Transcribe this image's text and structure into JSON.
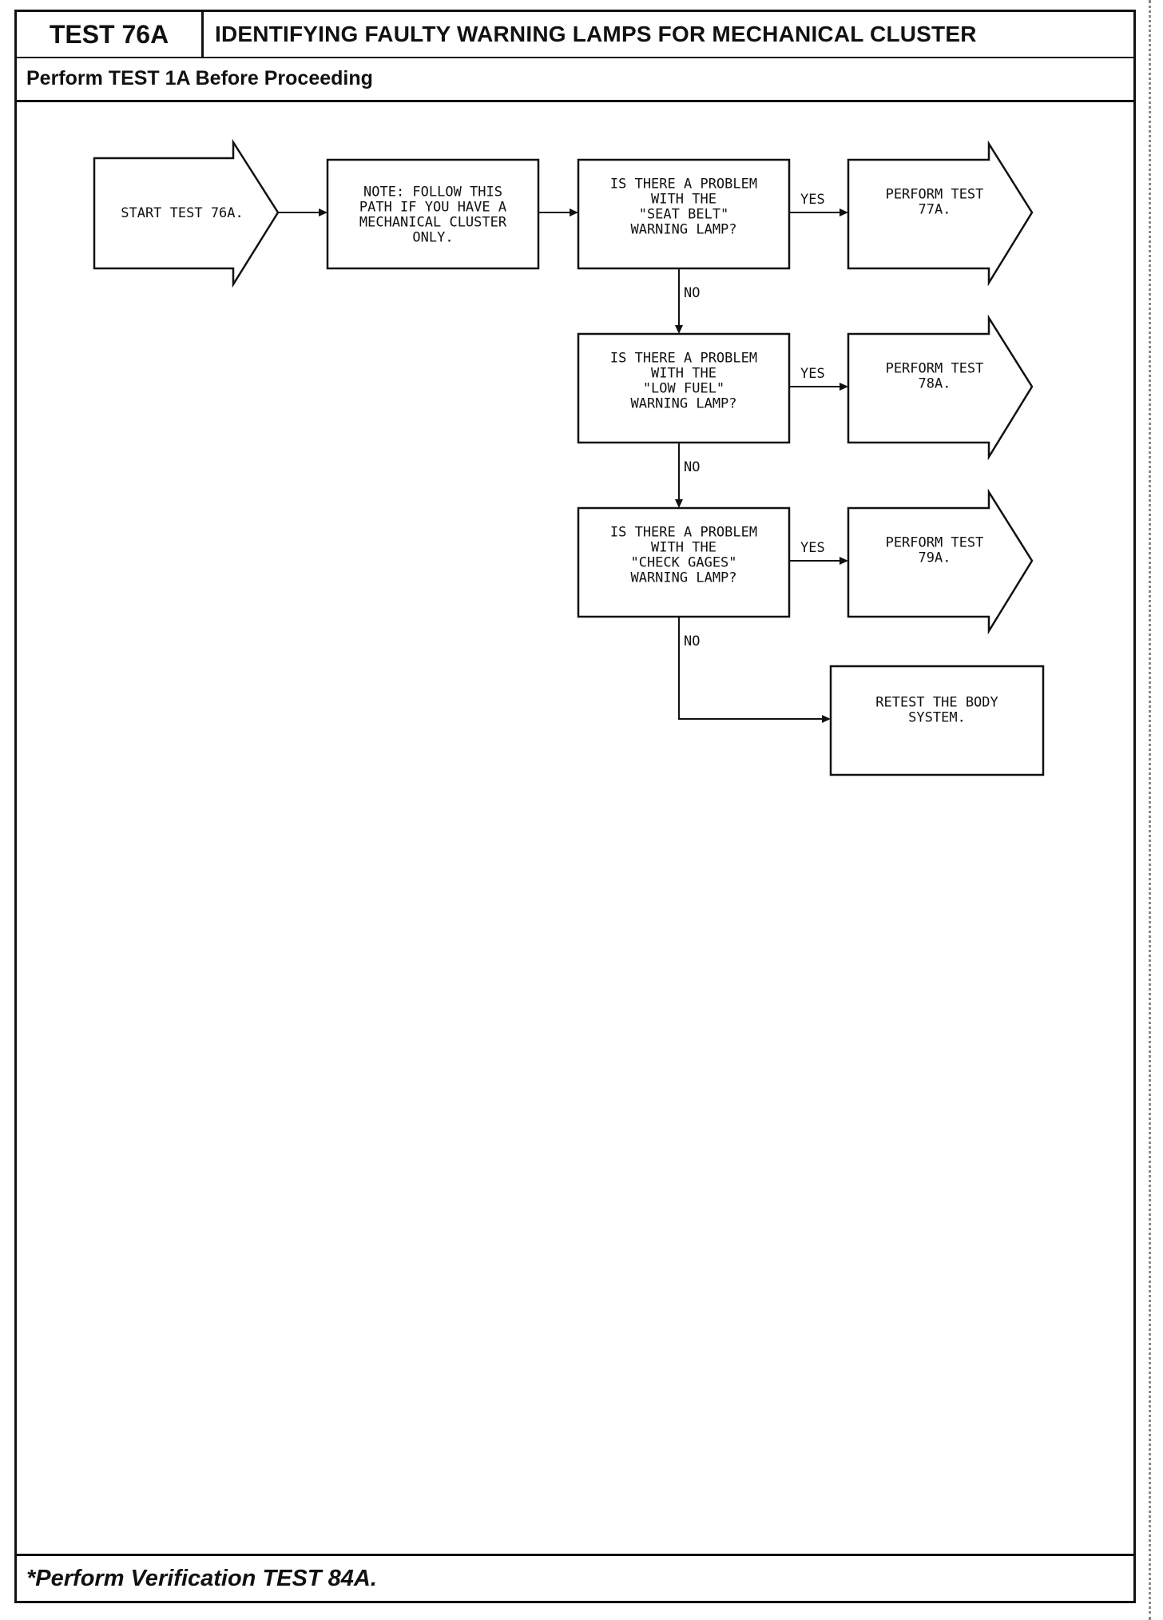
{
  "header": {
    "test_id": "TEST 76A",
    "title": "IDENTIFYING FAULTY WARNING LAMPS FOR MECHANICAL CLUSTER",
    "subtitle": "Perform TEST 1A Before Proceeding"
  },
  "flowchart": {
    "start": [
      "START TEST 76A."
    ],
    "note": [
      "NOTE:  FOLLOW THIS",
      "PATH IF YOU HAVE A",
      "MECHANICAL CLUSTER",
      "ONLY."
    ],
    "q1": [
      "IS THERE A PROBLEM",
      "WITH THE",
      "\"SEAT BELT\"",
      "WARNING LAMP?"
    ],
    "q2": [
      "IS THERE A PROBLEM",
      "WITH THE",
      "\"LOW FUEL\"",
      "WARNING LAMP?"
    ],
    "q3": [
      "IS THERE A PROBLEM",
      "WITH THE",
      "\"CHECK GAGES\"",
      "WARNING LAMP?"
    ],
    "r1": [
      "PERFORM TEST",
      "77A."
    ],
    "r2": [
      "PERFORM TEST",
      "78A."
    ],
    "r3": [
      "PERFORM TEST",
      "79A."
    ],
    "retest": [
      "RETEST THE BODY",
      "SYSTEM."
    ],
    "yes_label": "YES",
    "no_label": "NO"
  },
  "footer": {
    "text": "*Perform Verification TEST 84A."
  }
}
